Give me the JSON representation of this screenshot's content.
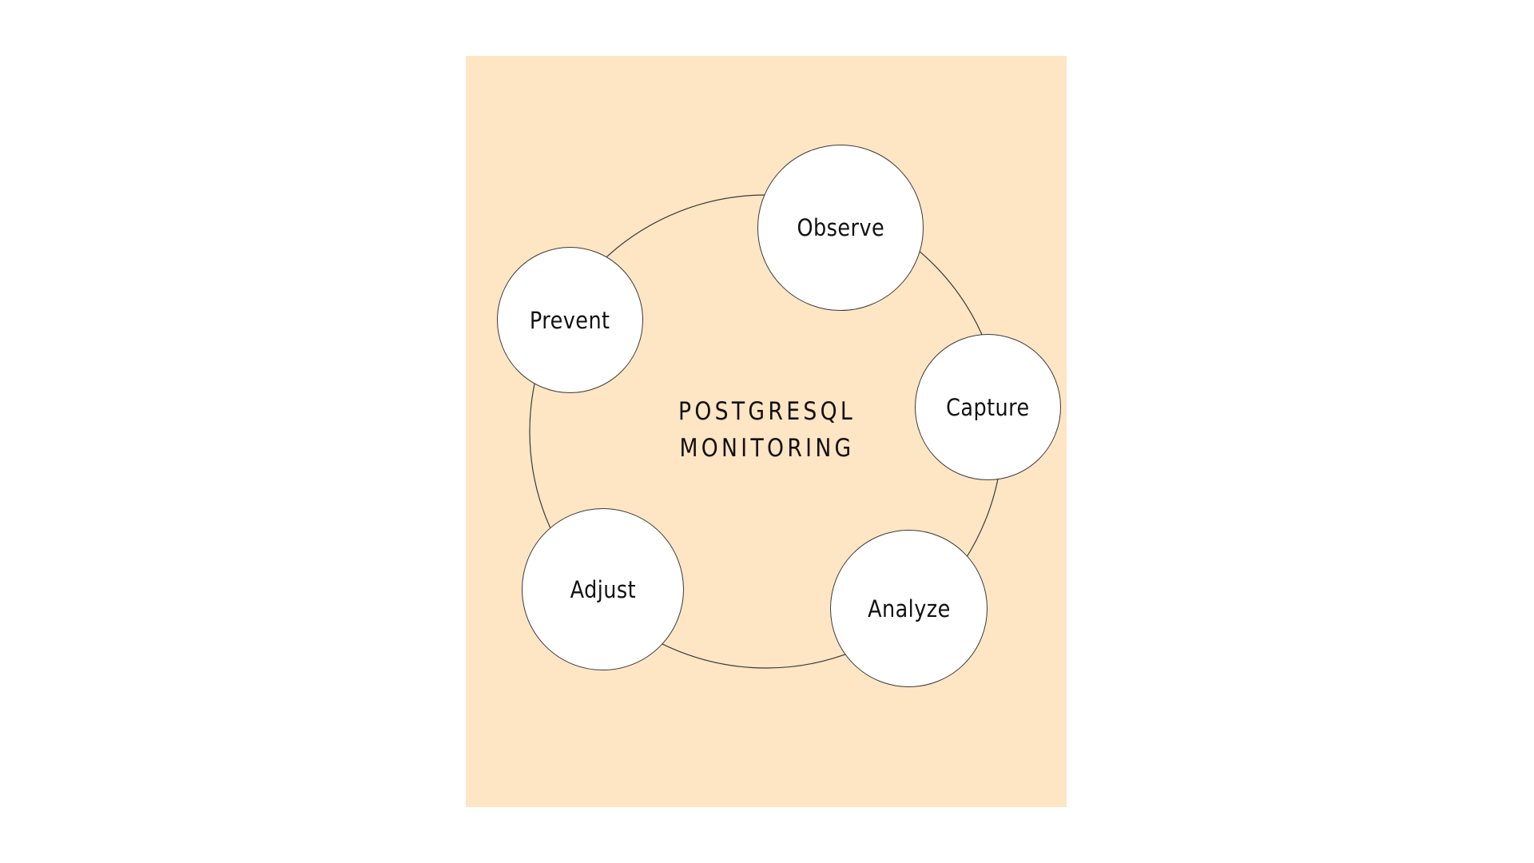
{
  "diagram": {
    "title_line1": "POSTGRESQL",
    "title_line2": "MONITORING",
    "colors": {
      "panel_background": "#FEE5C4",
      "page_background": "#FFFFFF",
      "node_fill": "#FFFFFF",
      "stroke": "#3A3A3A",
      "text": "#111111"
    },
    "nodes": [
      {
        "label": "Observe"
      },
      {
        "label": "Capture"
      },
      {
        "label": "Analyze"
      },
      {
        "label": "Adjust"
      },
      {
        "label": "Prevent"
      }
    ]
  }
}
